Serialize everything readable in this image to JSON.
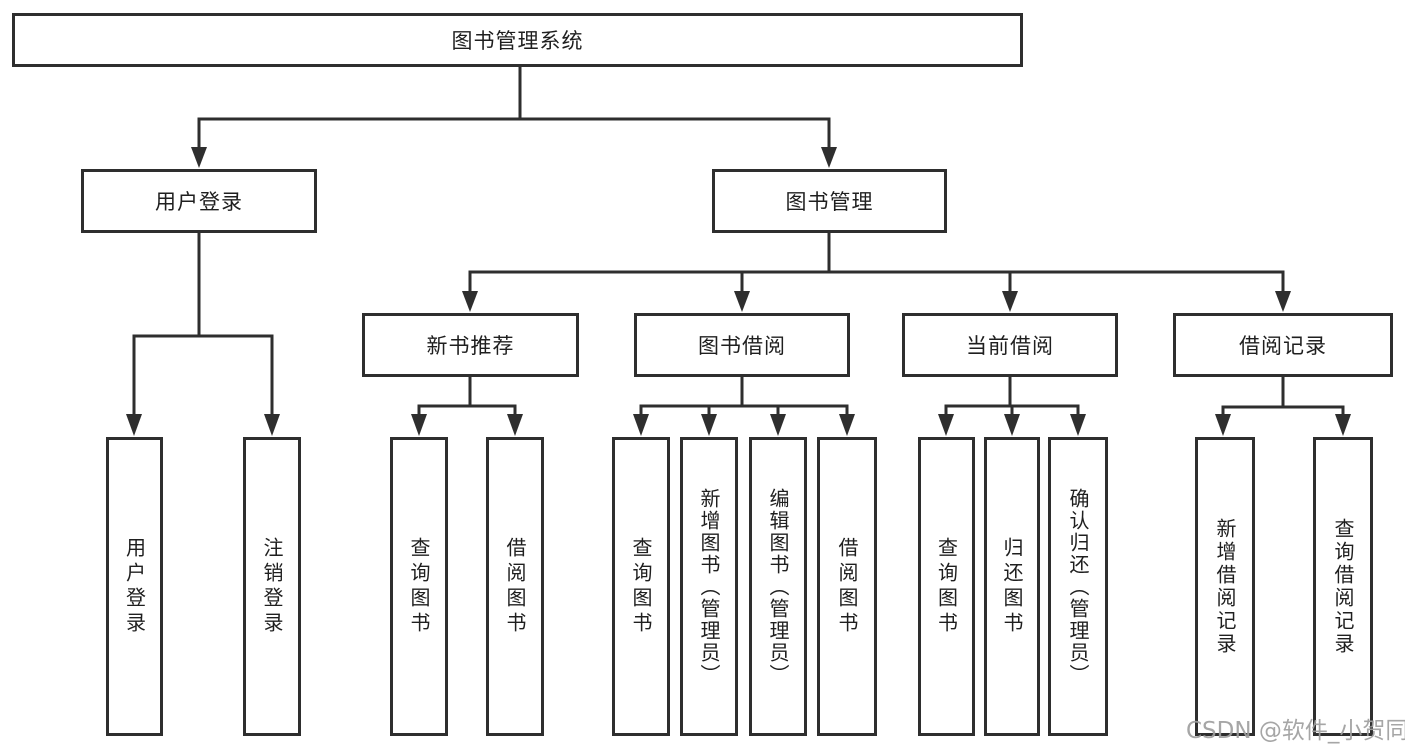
{
  "colors": {
    "background": "#ffffff",
    "box_border": "#2e2e2e",
    "box_fill": "#ffffff",
    "line": "#2e2e2e",
    "text": "#1f1f1f",
    "watermark": "#9e9e9e"
  },
  "diagram": {
    "root": "图书管理系统",
    "level2": {
      "user_login": "用户登录",
      "book_mgmt": "图书管理"
    },
    "level3": {
      "new_book_rec": "新书推荐",
      "book_borrow": "图书借阅",
      "current_borrow": "当前借阅",
      "borrow_record": "借阅记录"
    },
    "leaves": {
      "login": "用户登录",
      "logout": "注销登录",
      "rec_query": "查询图书",
      "rec_borrow": "借阅图书",
      "bb_query": "查询图书",
      "bb_add": "新增图书（管理员）",
      "bb_edit": "编辑图书（管理员）",
      "bb_borrow": "借阅图书",
      "cb_query": "查询图书",
      "cb_return": "归还图书",
      "cb_confirm": "确认归还（管理员）",
      "br_add": "新增借阅记录",
      "br_query": "查询借阅记录"
    }
  },
  "watermark": "CSDN @软件_小贺同学"
}
